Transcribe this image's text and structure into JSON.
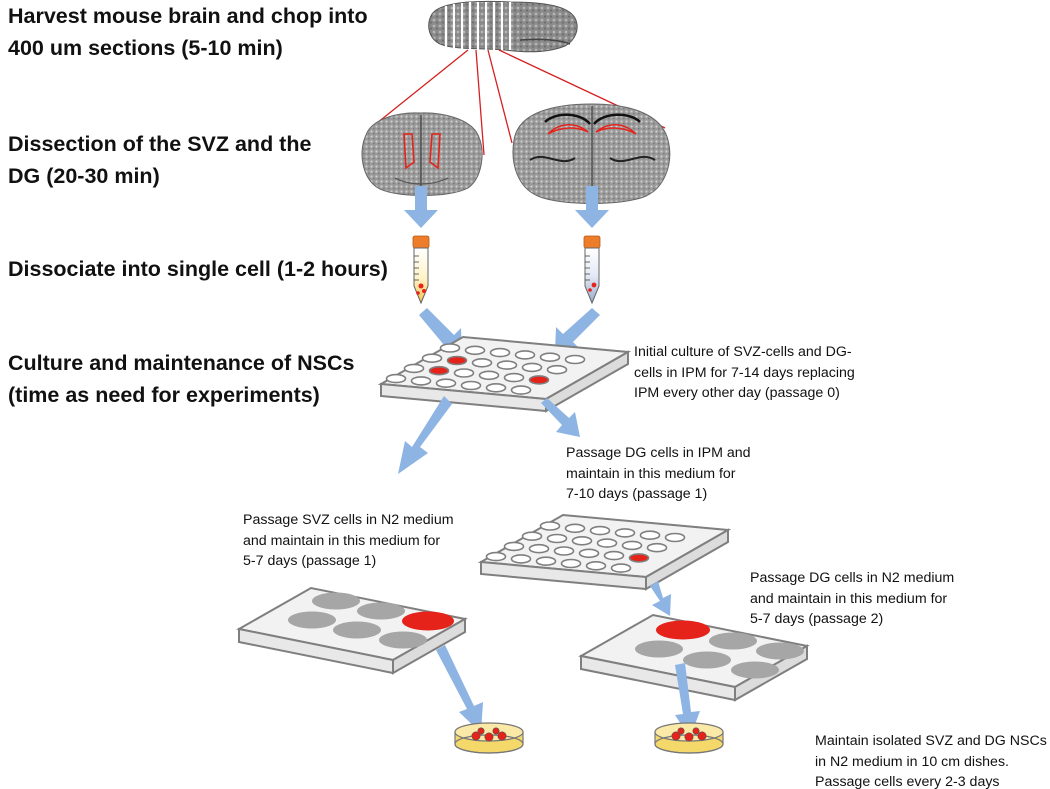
{
  "steps": {
    "harvest": "Harvest mouse brain and chop into\n400 um sections (5-10 min)",
    "dissection": "Dissection of the SVZ and the\nDG (20-30 min)",
    "dissociate": "Dissociate into single cell (1-2 hours)",
    "culture": "Culture and maintenance of NSCs\n(time as need for experiments)"
  },
  "notes": {
    "initial_culture": "Initial culture of SVZ-cells and DG-\ncells in IPM for 7-14 days replacing\nIPM every other day (passage 0)",
    "dg_ipm": "Passage DG cells in IPM and\nmaintain in this medium for\n7-10 days (passage 1)",
    "svz_n2": "Passage SVZ cells in N2 medium\nand maintain in this medium for\n5-7 days (passage 1)",
    "dg_n2": "Passage DG cells in N2 medium\nand maintain in this medium for\n5-7 days (passage 2)",
    "maintain": "Maintain isolated SVZ and DG NSCs\nin N2 medium in 10 cm dishes.\nPassage cells every 2-3 days"
  },
  "colors": {
    "arrow": "#8db4e2",
    "highlight": "#e5231b",
    "tube_cap": "#ee7d2b",
    "well_gray": "#a6a6a6",
    "plate_outline": "#7f7f7f",
    "dish_medium": "#f0c419"
  }
}
